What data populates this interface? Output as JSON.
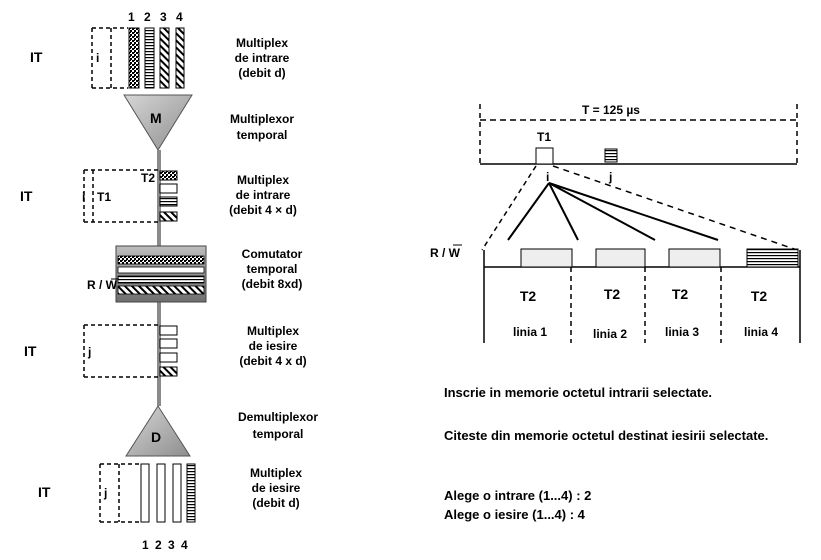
{
  "left": {
    "top_numbers": [
      "1",
      "2",
      "3",
      "4"
    ],
    "bottom_numbers": [
      "1",
      "2",
      "3",
      "4"
    ],
    "it_label": "IT",
    "i_label": "i",
    "j_label": "j",
    "t1_label": "T1",
    "t2_label": "T2",
    "rw_label": "R / W",
    "mux_letter": "M",
    "demux_letter": "D",
    "desc_input_mux": [
      "Multiplex",
      "de intrare",
      "(debit d)"
    ],
    "desc_multiplexor": [
      "Multiplexor",
      "temporal"
    ],
    "desc_input_mux4": [
      "Multiplex",
      "de intrare",
      "(debit 4 × d)"
    ],
    "desc_switch": [
      "Comutator",
      "temporal",
      "(debit 8xd)"
    ],
    "desc_output_mux4": [
      "Multiplex",
      "de iesire",
      "(debit 4 x d)"
    ],
    "desc_demultiplexor": [
      "Demultiplexor",
      "temporal"
    ],
    "desc_output_mux": [
      "Multiplex",
      "de iesire",
      "(debit d)"
    ]
  },
  "right": {
    "period_label": "T = 125 µs",
    "t1_label": "T1",
    "i_label": "i",
    "j_label": "j",
    "rw_label": "R / W",
    "slot_label": "T2",
    "lines": [
      "linia 1",
      "linia 2",
      "linia 3",
      "linia 4"
    ]
  },
  "text": {
    "write": "Inscrie in memorie octetul  intrarii selectate.",
    "read": "Citeste din memorie octetul destinat iesirii selectate.",
    "choose_in": "Alege o intrare (1...4)  : 2",
    "choose_out": "Alege o iesire (1...4)  : 4"
  }
}
